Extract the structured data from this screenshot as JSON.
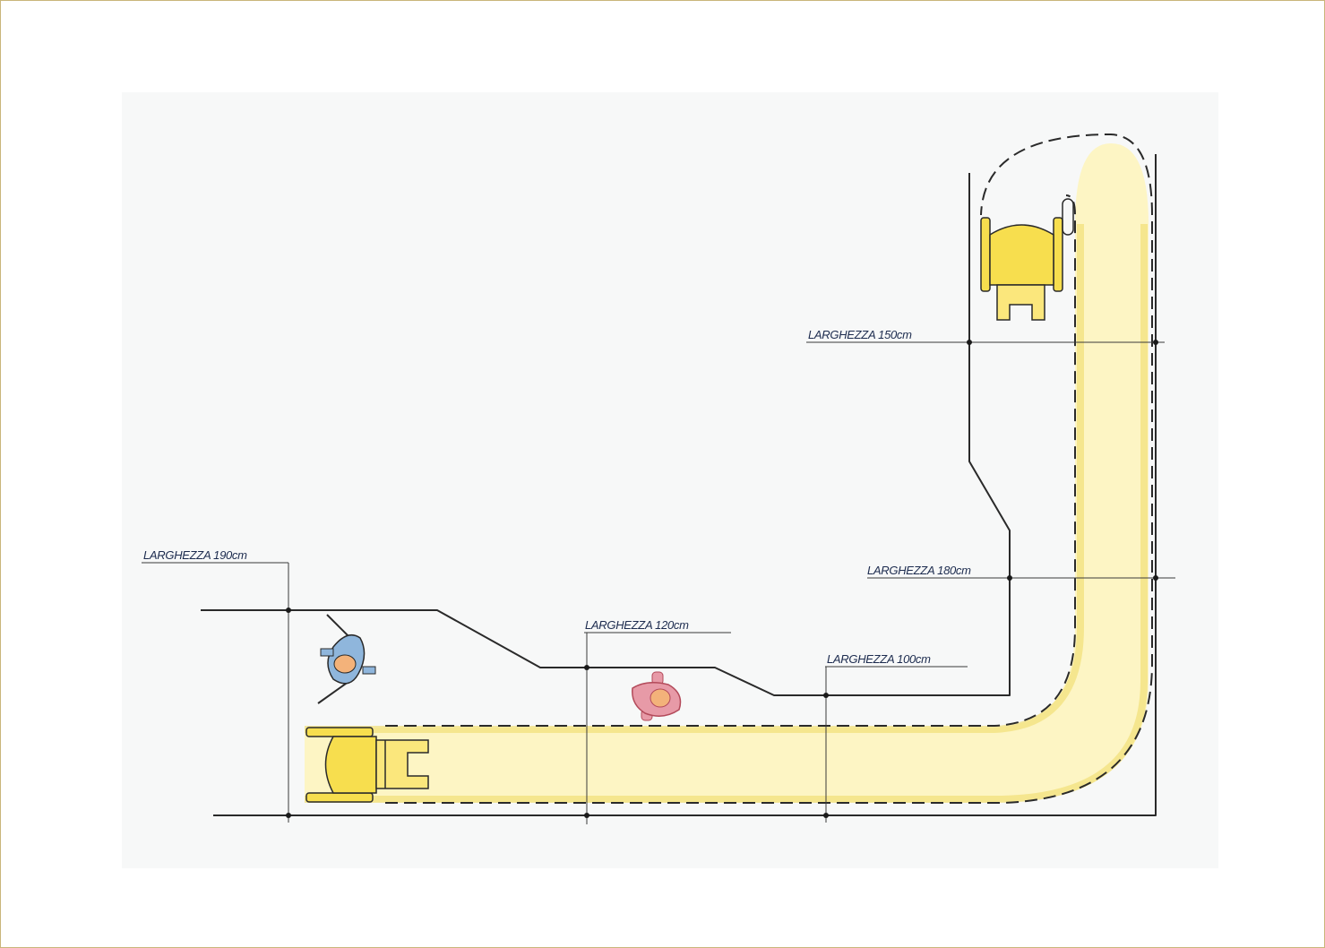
{
  "labels": {
    "w190": "LARGHEZZA 190cm",
    "w120": "LARGHEZZA 120cm",
    "w100": "LARGHEZZA 100cm",
    "w180": "LARGHEZZA 180cm",
    "w150": "LARGHEZZA 150cm"
  },
  "colors": {
    "path_fill": "#fdf5c4",
    "wheelchair": "#f7de4e",
    "pedestrian_blue": "#8fb6dc",
    "pedestrian_pink": "#e79aa7",
    "head": "#f3b27a"
  },
  "icons": [
    "wheelchair-icon",
    "pedestrian-icon"
  ]
}
